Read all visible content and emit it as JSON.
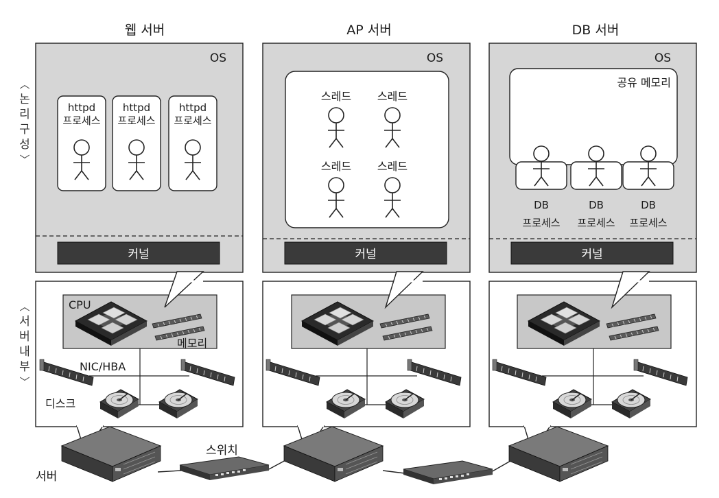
{
  "servers": [
    {
      "title": "웹 서버",
      "os": "OS",
      "kernel": "커널"
    },
    {
      "title": "AP 서버",
      "os": "OS",
      "kernel": "커널"
    },
    {
      "title": "DB 서버",
      "os": "OS",
      "kernel": "커널"
    }
  ],
  "web": {
    "process_top": "httpd",
    "process_bottom": "프로세스"
  },
  "ap": {
    "thread": "스레드"
  },
  "db": {
    "shared_memory": "공유 메모리",
    "process_top": "DB",
    "process_bottom": "프로세스"
  },
  "hardware": {
    "cpu": "CPU",
    "memory": "메모리",
    "nic": "NIC/HBA",
    "disk": "디스크"
  },
  "network": {
    "server": "서버",
    "switch": "스위치"
  },
  "side_labels": {
    "logical": [
      "논",
      "리",
      "구",
      "성"
    ],
    "internal": [
      "서",
      "버",
      "내",
      "부"
    ],
    "open": "︿",
    "close": "﹀"
  }
}
